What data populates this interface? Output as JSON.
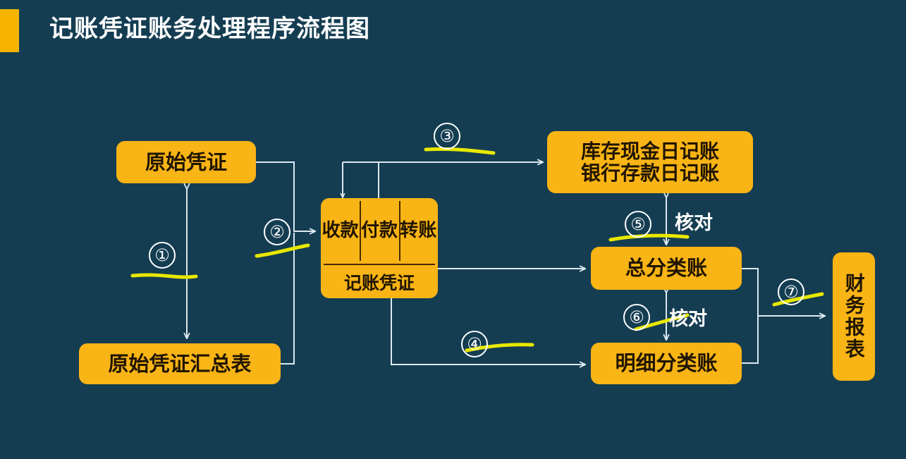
{
  "slide": {
    "title": "记账凭证账务处理程序流程图",
    "accent_color": "#f6b400",
    "background_color": "#143d52",
    "box_color": "#f9b415",
    "line_color": "#dce9ef",
    "highlight_color": "#e8e800"
  },
  "nodes": {
    "source_voucher": "原始凭证",
    "source_voucher_summary": "原始凭证汇总表",
    "voucher_receipt": "收款",
    "voucher_payment": "付款",
    "voucher_transfer": "转账",
    "voucher_caption": "记账凭证",
    "cash_journal_line1": "库存现金日记账",
    "cash_journal_line2": "银行存款日记账",
    "general_ledger": "总分类账",
    "subsidiary_ledger": "明细分类账",
    "financial_statements": "财务报表"
  },
  "steps": {
    "s1": "①",
    "s2": "②",
    "s3": "③",
    "s4": "④",
    "s5": "⑤",
    "s6": "⑥",
    "s7": "⑦"
  },
  "labels": {
    "reconcile_top": "核对",
    "reconcile_bottom": "核对"
  },
  "chart_data": {
    "type": "diagram",
    "title": "记账凭证账务处理程序流程图",
    "nodes": [
      {
        "id": "source_voucher",
        "label": "原始凭证"
      },
      {
        "id": "source_voucher_summary",
        "label": "原始凭证汇总表"
      },
      {
        "id": "voucher",
        "label": "记账凭证",
        "columns": [
          "收款",
          "付款",
          "转账"
        ]
      },
      {
        "id": "cash_journal",
        "label": "库存现金日记账 / 银行存款日记账"
      },
      {
        "id": "general_ledger",
        "label": "总分类账"
      },
      {
        "id": "subsidiary_ledger",
        "label": "明细分类账"
      },
      {
        "id": "financial_statements",
        "label": "财务报表"
      }
    ],
    "edges": [
      {
        "from": "source_voucher",
        "to": "source_voucher_summary",
        "step": "①",
        "arrow": "double"
      },
      {
        "from": "source_voucher",
        "to": "voucher",
        "step": "②",
        "arrow": "single"
      },
      {
        "from": "voucher",
        "to": "cash_journal",
        "step": "③",
        "arrow": "single"
      },
      {
        "from": "voucher",
        "to": "subsidiary_ledger",
        "step": "④",
        "arrow": "single"
      },
      {
        "from": "cash_journal",
        "to": "general_ledger",
        "step": "⑤",
        "arrow": "double",
        "label": "核对"
      },
      {
        "from": "general_ledger",
        "to": "subsidiary_ledger",
        "step": "⑥",
        "arrow": "double",
        "label": "核对"
      },
      {
        "from": "general_ledger",
        "to": "financial_statements",
        "step": "⑦",
        "arrow": "single"
      },
      {
        "from": "voucher",
        "to": "general_ledger",
        "arrow": "single"
      }
    ]
  }
}
